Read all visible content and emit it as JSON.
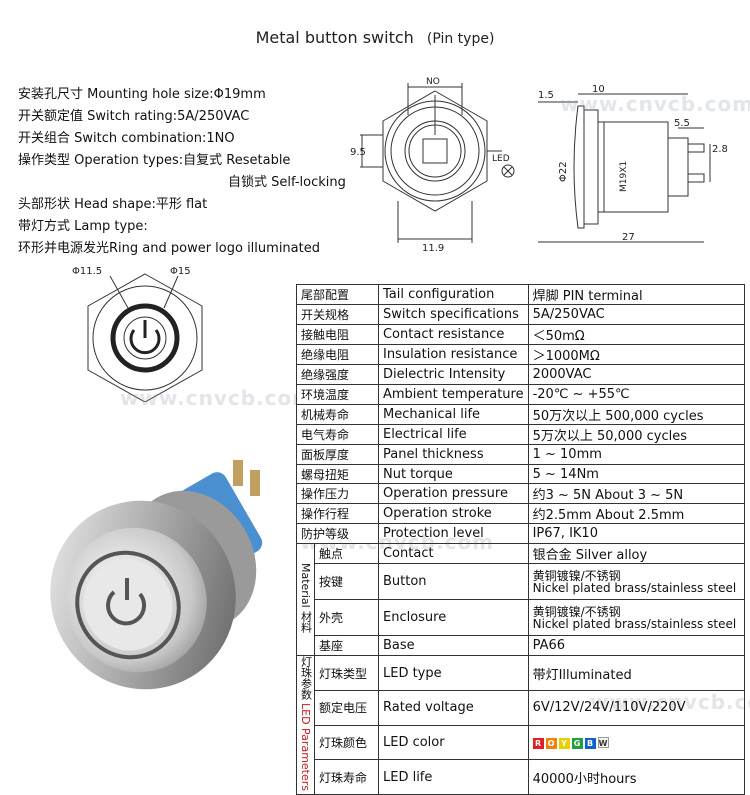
{
  "title": {
    "main": "Metal button switch",
    "sub": "(Pin type)"
  },
  "specs": [
    {
      "text": "安装孔尺寸 Mounting hole size:Φ19mm",
      "indent": false
    },
    {
      "text": "开关额定值 Switch rating:5A/250VAC",
      "indent": false
    },
    {
      "text": "开关组合 Switch combination:1NO",
      "indent": false
    },
    {
      "text": "操作类型 Operation types:自复式 Resetable",
      "indent": false
    },
    {
      "text": "自锁式 Self-locking",
      "indent": true
    },
    {
      "text": "头部形状 Head shape:平形 flat",
      "indent": false
    },
    {
      "text": "带灯方式 Lamp type:",
      "indent": false
    },
    {
      "text": "环形并电源发光Ring and power logo illuminated",
      "indent": false
    }
  ],
  "drawing": {
    "no_label": "NO",
    "led_label": "LED",
    "dim_95": "9.5",
    "dim_119": "11.9",
    "dim_15": "1.5",
    "dim_10": "10",
    "dim_55": "5.5",
    "dim_28": "2.8",
    "dim_22": "Φ22",
    "dim_27": "27",
    "thread": "M19X1",
    "dia_115": "Φ11.5",
    "dia_15": "Φ15"
  },
  "watermark": "www.cnvcb.com",
  "table": {
    "rows": [
      {
        "cn": "尾部配置",
        "en": "Tail configuration",
        "val": "焊脚  PIN terminal"
      },
      {
        "cn": "开关规格",
        "en": "Switch specifications",
        "val": "5A/250VAC"
      },
      {
        "cn": "接触电阻",
        "en": "Contact resistance",
        "val": "＜50mΩ"
      },
      {
        "cn": "绝缘电阻",
        "en": "Insulation resistance",
        "val": "＞1000MΩ"
      },
      {
        "cn": "绝缘强度",
        "en": "Dielectric Intensity",
        "val": "2000VAC"
      },
      {
        "cn": "环境温度",
        "en": "Ambient temperature",
        "val": "-20℃ ~ +55℃"
      },
      {
        "cn": "机械寿命",
        "en": "Mechanical life",
        "val": "50万次以上 500,000 cycles"
      },
      {
        "cn": "电气寿命",
        "en": "Electrical life",
        "val": "5万次以上 50,000  cycles"
      },
      {
        "cn": "面板厚度",
        "en": "Panel thickness",
        "val": "1 ~ 10mm"
      },
      {
        "cn": "螺母扭矩",
        "en": "Nut torque",
        "val": "5 ~ 14Nm"
      },
      {
        "cn": "操作压力",
        "en": "Operation pressure",
        "val": "约3 ~ 5N About 3 ~ 5N"
      },
      {
        "cn": "操作行程",
        "en": "Operation stroke",
        "val": "约2.5mm About 2.5mm"
      },
      {
        "cn": "防护等级",
        "en": "Protection level",
        "val": "IP67, IK10"
      }
    ],
    "material_label_cn": "材料",
    "material_label_en": "Material",
    "material_rows": [
      {
        "cn": "触点",
        "en": "Contact",
        "val1": "银合金 Silver alloy",
        "val2": ""
      },
      {
        "cn": "按键",
        "en": "Button",
        "val1": "黄铜镀镍/不锈钢",
        "val2": "Nickel plated brass/stainless steel"
      },
      {
        "cn": "外壳",
        "en": "Enclosure",
        "val1": "黄铜镀镍/不锈钢",
        "val2": "Nickel plated brass/stainless steel"
      },
      {
        "cn": "基座",
        "en": "Base",
        "val1": "PA66",
        "val2": ""
      }
    ],
    "led_label_cn": "灯珠参数",
    "led_label_en": "LED Parameters",
    "led_rows": [
      {
        "cn": "灯珠类型",
        "en": "LED type",
        "val": "带灯Illuminated"
      },
      {
        "cn": "额定电压",
        "en": "Rated voltage",
        "val": "6V/12V/24V/110V/220V"
      },
      {
        "cn": "灯珠颜色",
        "en": "LED color",
        "val": ""
      },
      {
        "cn": "灯珠寿命",
        "en": "LED life",
        "val": "40000小时hours"
      }
    ],
    "led_colors": [
      {
        "letter": "R",
        "color": "#e02020"
      },
      {
        "letter": "O",
        "color": "#f08010"
      },
      {
        "letter": "Y",
        "color": "#e8d000"
      },
      {
        "letter": "G",
        "color": "#20a040"
      },
      {
        "letter": "B",
        "color": "#1060d0"
      },
      {
        "letter": "W",
        "color": "#f4f4f4"
      }
    ]
  }
}
